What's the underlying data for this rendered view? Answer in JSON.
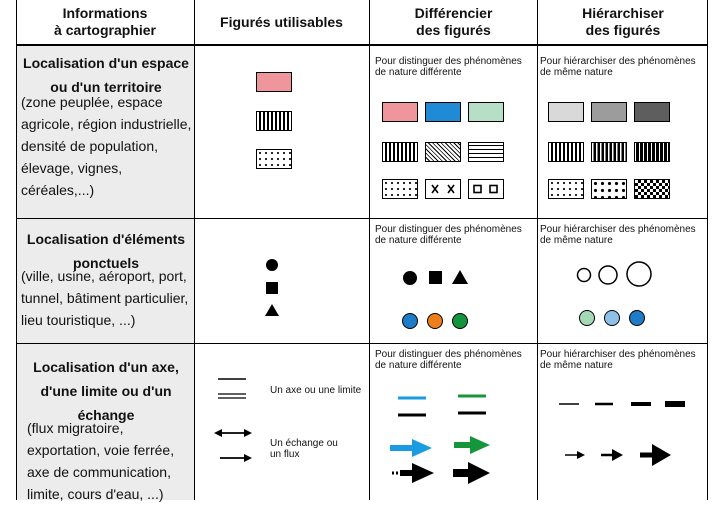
{
  "headers": [
    "Informations\nà cartographier",
    "Figurés utilisables",
    "Différencier\ndes figurés",
    "Hiérarchiser\ndes figurés"
  ],
  "rows": [
    {
      "title": "Localisation d'un espace\nou d'un territoire",
      "desc": "(zone peuplée, espace\nagricole, région industrielle,\ndensité de population,\nélevage, vignes, céréales,...)",
      "diff_note": "Pour distinguer des phénomènes\nde nature différente",
      "hier_note": "Pour hiérarchiser des phénomènes\nde même nature"
    },
    {
      "title": "Localisation d'éléments\nponctuels",
      "desc": "(ville, usine, aéroport, port,\ntunnel, bâtiment particulier,\nlieu touristique, ...)",
      "diff_note": "Pour distinguer des phénomènes\nde nature différente",
      "hier_note": "Pour hiérarchiser des phénomènes\nde même nature"
    },
    {
      "title": "Localisation d'un axe,\nd'une limite ou d'un\néchange",
      "desc": "(flux migratoire,\nexportation, voie ferrée,\naxe de communication,\nlimite, cours d'eau, ...)",
      "diff_note": "Pour distinguer des phénomènes\nde nature différente",
      "hier_note": "Pour hiérarchiser des phénomènes\nde même nature",
      "axe_label": "Un axe ou une limite",
      "flux_label": "Un échange ou\nun flux"
    }
  ],
  "colors": {
    "pink": "#ef959c",
    "blue": "#1f8ad6",
    "mint": "#b6dfc6",
    "orange": "#ee7d1c",
    "green": "#12953c",
    "light_blue_circle": "#1f7ac8",
    "light_green_circle": "#a5d9b6",
    "arrow_blue": "#1a9be2",
    "arrow_green": "#16963a",
    "gray1": "#d9d9d9",
    "gray2": "#9c9c9c",
    "gray3": "#5e5e5e"
  }
}
